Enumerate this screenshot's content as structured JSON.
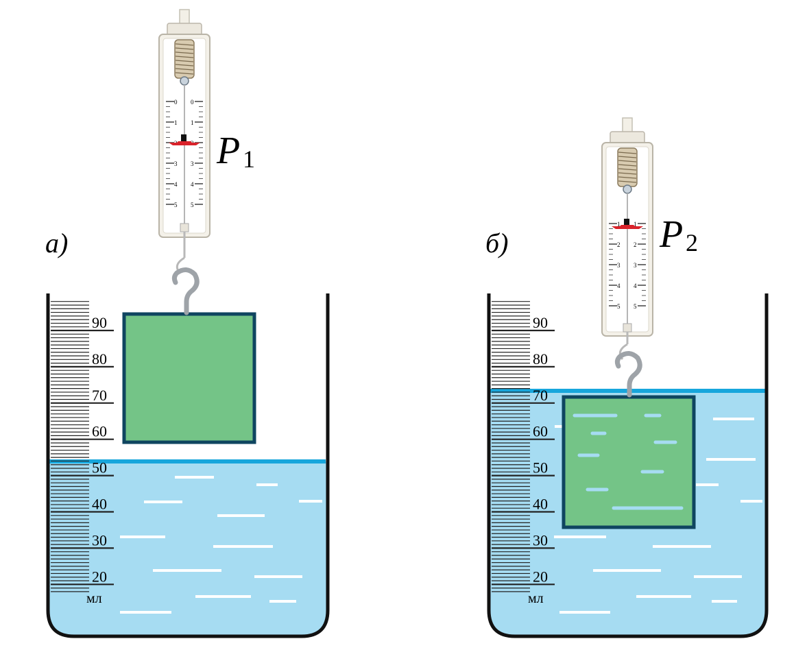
{
  "panels": [
    {
      "id": "a",
      "label": "а)",
      "weight_label": "P",
      "weight_subscript": "1",
      "water_level_ml": 52,
      "scale_ticks": [
        "90",
        "80",
        "70",
        "60",
        "50",
        "40",
        "30",
        "20"
      ],
      "unit": "мл",
      "dynamometer_scale_left": [
        "0",
        "1",
        "2",
        "3",
        "4",
        "5"
      ],
      "dynamometer_scale_right": [
        "0",
        "1",
        "2",
        "3",
        "4",
        "5"
      ],
      "dynamometer_reading": 2
    },
    {
      "id": "b",
      "label": "б)",
      "weight_label": "P",
      "weight_subscript": "2",
      "water_level_ml": 72,
      "scale_ticks": [
        "90",
        "80",
        "70",
        "60",
        "50",
        "40",
        "30",
        "20"
      ],
      "unit": "мл",
      "dynamometer_scale_left": [
        "1",
        "2",
        "3",
        "4",
        "5"
      ],
      "dynamometer_scale_right": [
        "1",
        "2",
        "3",
        "4",
        "5"
      ],
      "dynamometer_reading": 1
    }
  ],
  "colors": {
    "water": "#a6dcf2",
    "water_line": "#17a6dc",
    "block_fill": "#74c487",
    "block_stroke": "#0f4560",
    "beaker": "#111111",
    "marker": "#d9222a",
    "hook": "#9ea3a8"
  }
}
